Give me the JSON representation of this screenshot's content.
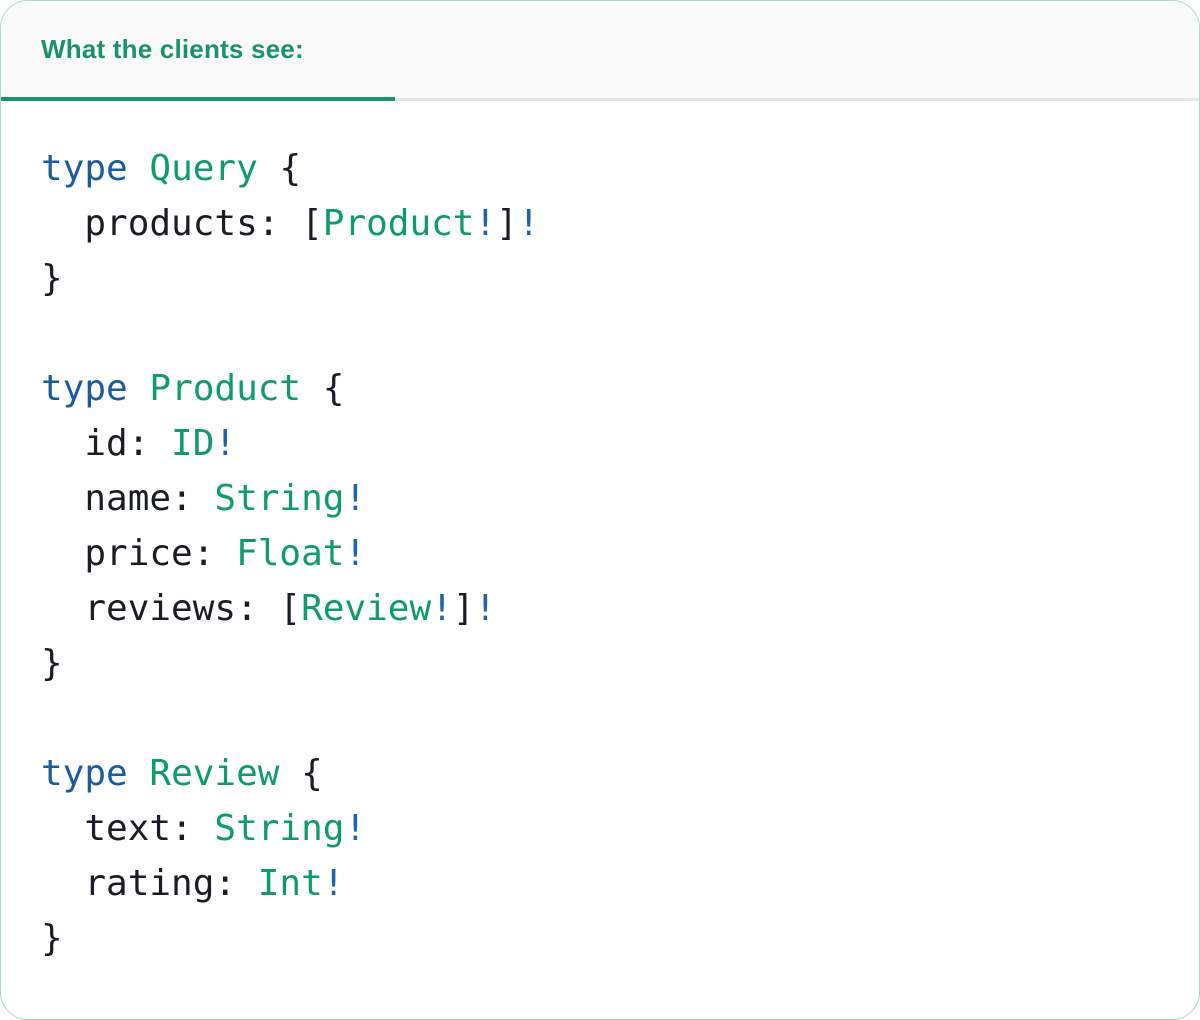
{
  "tab": {
    "label": "What the clients see:"
  },
  "colors": {
    "tab_green": "#1a9270",
    "card_border": "#b6d8bf",
    "tabbar_bg": "#fafafa",
    "tabbar_border": "#e6e6e9",
    "keyword": "#1a5c9e",
    "type": "#0f9a70",
    "plain": "#1a1e24",
    "bang": "#1c64ae"
  },
  "code": {
    "lines": [
      [
        {
          "t": "keyword",
          "v": "type"
        },
        {
          "t": "plain",
          "v": " "
        },
        {
          "t": "type",
          "v": "Query"
        },
        {
          "t": "plain",
          "v": " {"
        }
      ],
      [
        {
          "t": "plain",
          "v": "  products: ["
        },
        {
          "t": "type",
          "v": "Product"
        },
        {
          "t": "bang",
          "v": "!"
        },
        {
          "t": "plain",
          "v": "]"
        },
        {
          "t": "bang",
          "v": "!"
        }
      ],
      [
        {
          "t": "plain",
          "v": "}"
        }
      ],
      [],
      [
        {
          "t": "keyword",
          "v": "type"
        },
        {
          "t": "plain",
          "v": " "
        },
        {
          "t": "type",
          "v": "Product"
        },
        {
          "t": "plain",
          "v": " {"
        }
      ],
      [
        {
          "t": "plain",
          "v": "  id: "
        },
        {
          "t": "type",
          "v": "ID"
        },
        {
          "t": "bang",
          "v": "!"
        }
      ],
      [
        {
          "t": "plain",
          "v": "  name: "
        },
        {
          "t": "type",
          "v": "String"
        },
        {
          "t": "bang",
          "v": "!"
        }
      ],
      [
        {
          "t": "plain",
          "v": "  price: "
        },
        {
          "t": "type",
          "v": "Float"
        },
        {
          "t": "bang",
          "v": "!"
        }
      ],
      [
        {
          "t": "plain",
          "v": "  reviews: ["
        },
        {
          "t": "type",
          "v": "Review"
        },
        {
          "t": "bang",
          "v": "!"
        },
        {
          "t": "plain",
          "v": "]"
        },
        {
          "t": "bang",
          "v": "!"
        }
      ],
      [
        {
          "t": "plain",
          "v": "}"
        }
      ],
      [],
      [
        {
          "t": "keyword",
          "v": "type"
        },
        {
          "t": "plain",
          "v": " "
        },
        {
          "t": "type",
          "v": "Review"
        },
        {
          "t": "plain",
          "v": " {"
        }
      ],
      [
        {
          "t": "plain",
          "v": "  text: "
        },
        {
          "t": "type",
          "v": "String"
        },
        {
          "t": "bang",
          "v": "!"
        }
      ],
      [
        {
          "t": "plain",
          "v": "  rating: "
        },
        {
          "t": "type",
          "v": "Int"
        },
        {
          "t": "bang",
          "v": "!"
        }
      ],
      [
        {
          "t": "plain",
          "v": "}"
        }
      ]
    ]
  }
}
